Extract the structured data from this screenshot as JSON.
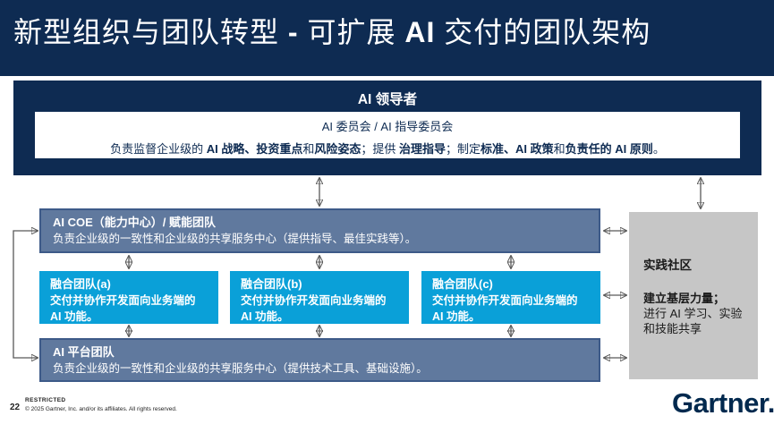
{
  "colors": {
    "header_navy": "#0e2b52",
    "slate_blue": "#60799e",
    "slate_border": "#3d5a88",
    "cyan": "#0aa0d8",
    "community_gray": "#c6c6c6",
    "arrow_gray": "#595959",
    "logo_navy": "#00294e"
  },
  "header": {
    "title_segments": [
      {
        "t": "新型组织与团队转型 ",
        "b": false
      },
      {
        "t": "-",
        "b": true
      },
      {
        "t": " 可扩展 ",
        "b": false
      },
      {
        "t": "AI",
        "b": true
      },
      {
        "t": " 交付的团队架构",
        "b": false
      }
    ]
  },
  "leader_box": {
    "title": "AI 领导者",
    "committee": {
      "line1": "AI 委员会 / AI 指导委员会",
      "line2_segments": [
        {
          "t": "负责监督企业级的 ",
          "b": false
        },
        {
          "t": "AI 战略、投资重点",
          "b": true
        },
        {
          "t": "和",
          "b": false
        },
        {
          "t": "风险姿态",
          "b": true
        },
        {
          "t": "；提供 ",
          "b": false
        },
        {
          "t": "治理指导",
          "b": true
        },
        {
          "t": "；制定",
          "b": false
        },
        {
          "t": "标准、AI 政策",
          "b": true
        },
        {
          "t": "和",
          "b": false
        },
        {
          "t": "负责任的 AI 原则",
          "b": true
        },
        {
          "t": "。",
          "b": false
        }
      ]
    }
  },
  "coe_box": {
    "title": "AI COE（能力中心）/ 赋能团队",
    "body": "负责企业级的一致性和企业级的共享服务中心（提供指导、最佳实践等）。"
  },
  "fusion_boxes": [
    {
      "title": "融合团队(a)",
      "body": "交付并协作开发面向业务端的 AI 功能。"
    },
    {
      "title": "融合团队(b)",
      "body": "交付并协作开发面向业务端的 AI 功能。"
    },
    {
      "title": "融合团队(c)",
      "body": "交付并协作开发面向业务端的 AI 功能。"
    }
  ],
  "platform_box": {
    "title": "AI 平台团队",
    "body": "负责企业级的一致性和企业级的共享服务中心（提供技术工具、基础设施）。"
  },
  "community_box": {
    "title": "实践社区",
    "line1": "建立基层力量；",
    "line2": "进行 AI 学习、实验和技能共享"
  },
  "footer": {
    "restricted": "RESTRICTED",
    "page_number": "22",
    "copyright": "© 2025 Gartner, Inc. and/or its affiliates. All rights reserved.",
    "logo": "Gartner."
  }
}
